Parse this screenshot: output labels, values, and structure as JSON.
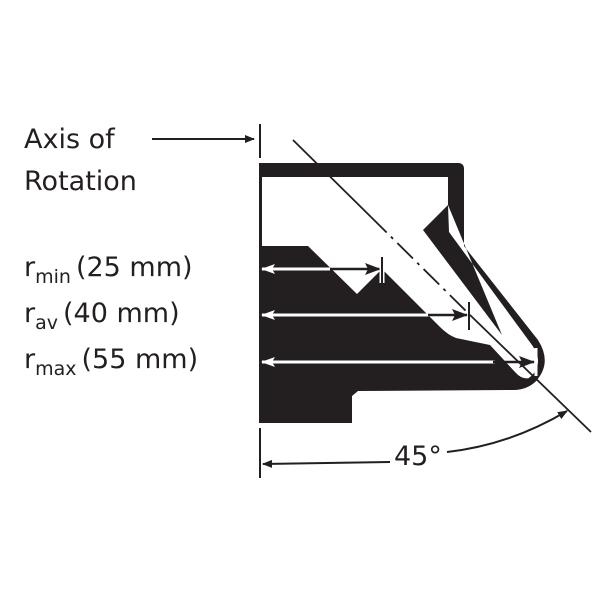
{
  "axis_label": {
    "line1": "Axis of",
    "line2": "Rotation"
  },
  "radii": [
    {
      "symbol": "r",
      "subscript": "min",
      "value": "(25 mm)"
    },
    {
      "symbol": "r",
      "subscript": "av",
      "value": "(40 mm)"
    },
    {
      "symbol": "r",
      "subscript": "max",
      "value": "(55 mm)"
    }
  ],
  "angle": {
    "label": "45°"
  },
  "colors": {
    "ink": "#231f20",
    "background": "#ffffff"
  }
}
